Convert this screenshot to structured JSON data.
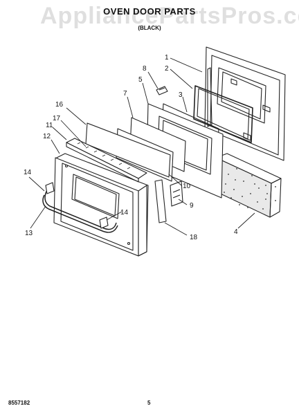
{
  "header": {
    "title": "OVEN DOOR PARTS",
    "model_line": "",
    "color_line": "(BLACK)"
  },
  "watermark": "AppliancePartsPros.com",
  "footer": {
    "left_code": "8557182",
    "page_number": "5"
  },
  "callouts": [
    "1",
    "2",
    "3",
    "4",
    "5",
    "7",
    "8",
    "9",
    "10",
    "11",
    "12",
    "13",
    "14",
    "14",
    "16",
    "17",
    "18"
  ]
}
